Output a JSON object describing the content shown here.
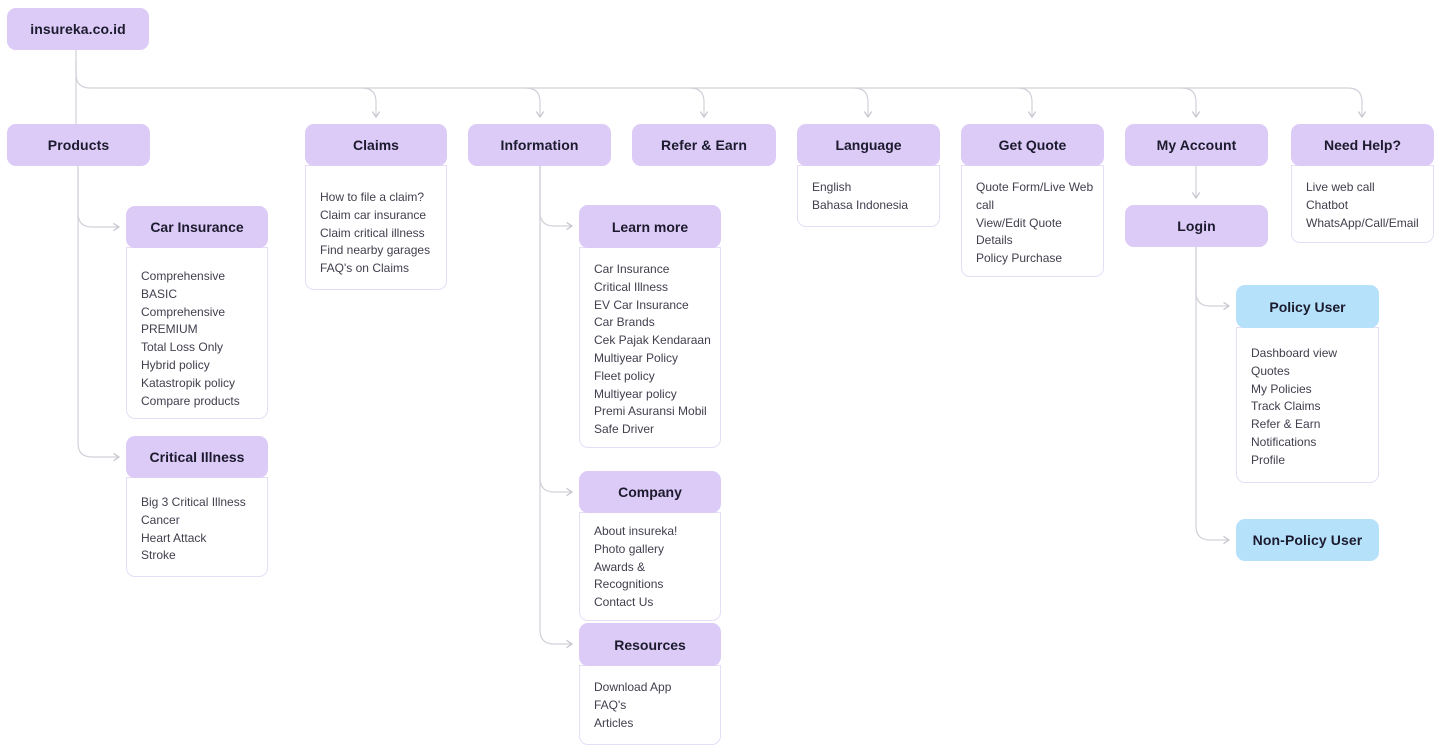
{
  "site": {
    "root_label": "insureka.co.id"
  },
  "colors": {
    "node_purple": "#dccaf7",
    "node_blue": "#b5e1fb",
    "body_border": "#e6def6",
    "connector_gray": "#d2d0d8",
    "header_text": "#1c1b2e",
    "item_text": "#413e4d"
  },
  "nav": {
    "products": {
      "label": "Products"
    },
    "claims": {
      "label": "Claims",
      "items": [
        "How to file a claim?",
        "Claim car insurance",
        "Claim critical illness",
        "Find nearby garages",
        "FAQ's on Claims"
      ]
    },
    "information": {
      "label": "Information"
    },
    "refer_earn": {
      "label": "Refer & Earn"
    },
    "language": {
      "label": "Language",
      "items": [
        "English",
        "Bahasa Indonesia"
      ]
    },
    "get_quote": {
      "label": "Get Quote",
      "items": [
        "Quote Form/Live Web call",
        "View/Edit Quote Details",
        "Policy Purchase"
      ]
    },
    "my_account": {
      "label": "My Account"
    },
    "need_help": {
      "label": "Need Help?",
      "items": [
        "Live web call",
        "Chatbot",
        "WhatsApp/Call/Email"
      ]
    }
  },
  "products_children": {
    "car_insurance": {
      "title": "Car Insurance",
      "items": [
        "Comprehensive BASIC",
        "Comprehensive PREMIUM",
        "Total Loss Only",
        "Hybrid policy",
        "Katastropik policy",
        "Compare products"
      ]
    },
    "critical_illness": {
      "title": "Critical Illness",
      "items": [
        "Big 3 Critical Illness",
        "Cancer",
        "Heart Attack",
        "Stroke"
      ]
    }
  },
  "information_children": {
    "learn_more": {
      "title": "Learn more",
      "items": [
        "Car Insurance",
        "Critical Illness",
        "EV Car Insurance",
        "Car Brands",
        "Cek Pajak Kendaraan",
        "Multiyear Policy",
        "Fleet policy",
        "Multiyear policy",
        "Premi Asuransi Mobil",
        "Safe Driver"
      ]
    },
    "company": {
      "title": "Company",
      "items": [
        "About insureka!",
        "Photo gallery",
        "Awards & Recognitions",
        "Contact Us"
      ]
    },
    "resources": {
      "title": "Resources",
      "items": [
        "Download App",
        "FAQ's",
        "Articles"
      ]
    }
  },
  "account_children": {
    "login": {
      "label": "Login"
    },
    "policy_user": {
      "title": "Policy User",
      "items": [
        "Dashboard view",
        "Quotes",
        "My Policies",
        "Track Claims",
        "Refer & Earn",
        "Notifications",
        "Profile"
      ]
    },
    "non_policy_user": {
      "title": "Non-Policy User"
    }
  }
}
